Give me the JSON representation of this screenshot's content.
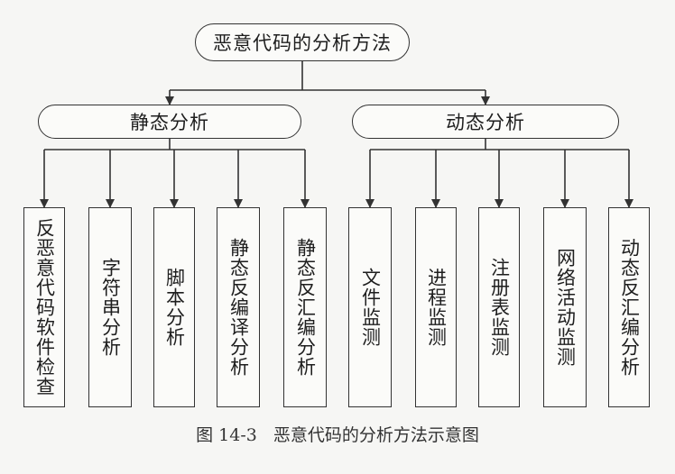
{
  "root": {
    "label": "恶意代码的分析方法"
  },
  "static": {
    "label": "静态分析",
    "children": [
      "反恶意代码软件检查",
      "字符串分析",
      "脚本分析",
      "静态反编译分析",
      "静态反汇编分析"
    ]
  },
  "dynamic": {
    "label": "动态分析",
    "children": [
      "文件监测",
      "进程监测",
      "注册表监测",
      "网络活动监测",
      "动态反汇编分析"
    ]
  },
  "caption": {
    "number": "图 14-3",
    "text": "恶意代码的分析方法示意图"
  },
  "colors": {
    "line": "#333333",
    "box_fill": "#fbfbf9",
    "background": "#f6f6f4"
  }
}
